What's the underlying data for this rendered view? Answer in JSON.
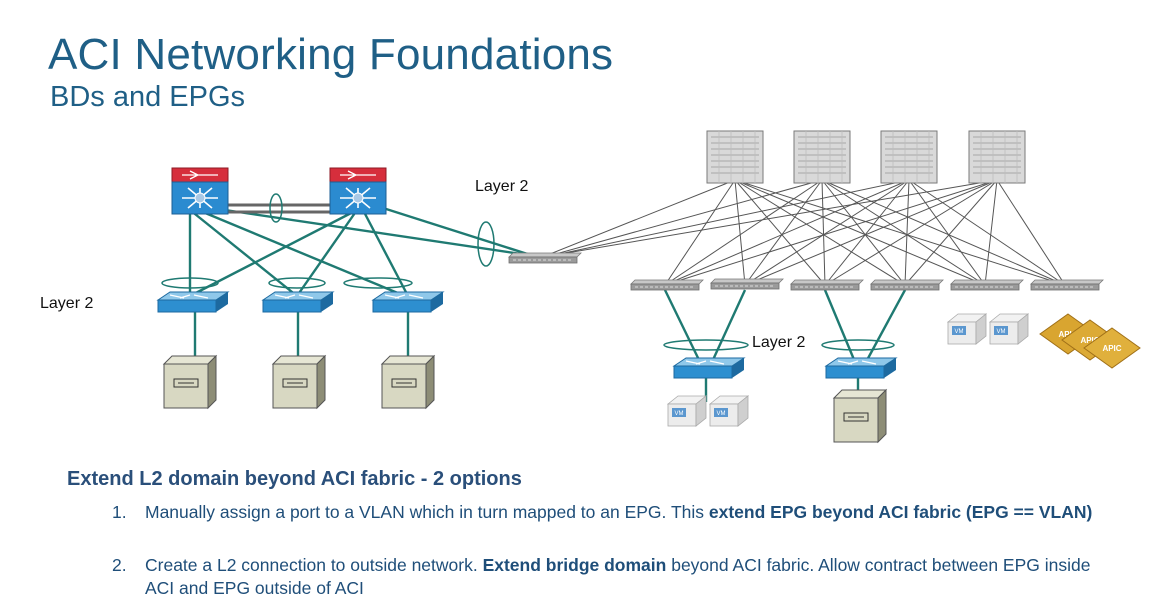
{
  "title": "ACI Networking Foundations",
  "subtitle": "BDs and EPGs",
  "diagram": {
    "labels": {
      "layer2_left": "Layer 2",
      "layer2_top": "Layer 2",
      "layer2_bottom": "Layer 2"
    },
    "vm_label": "VM",
    "apic_label": "APIC"
  },
  "options_heading": "Extend L2 domain beyond ACI fabric - 2 options",
  "options": [
    {
      "num": "1.",
      "parts": [
        {
          "text": "Manually assign a port to a VLAN which in turn mapped to an EPG. This ",
          "bold": false
        },
        {
          "text": "extend EPG beyond ACI fabric (EPG == VLAN)",
          "bold": true
        }
      ]
    },
    {
      "num": "2.",
      "parts": [
        {
          "text": "Create a L2 connection to outside network. ",
          "bold": false
        },
        {
          "text": "Extend bridge domain",
          "bold": true
        },
        {
          "text": " beyond ACI fabric. Allow contract between EPG inside ACI and EPG outside of ACI",
          "bold": false
        }
      ]
    }
  ]
}
